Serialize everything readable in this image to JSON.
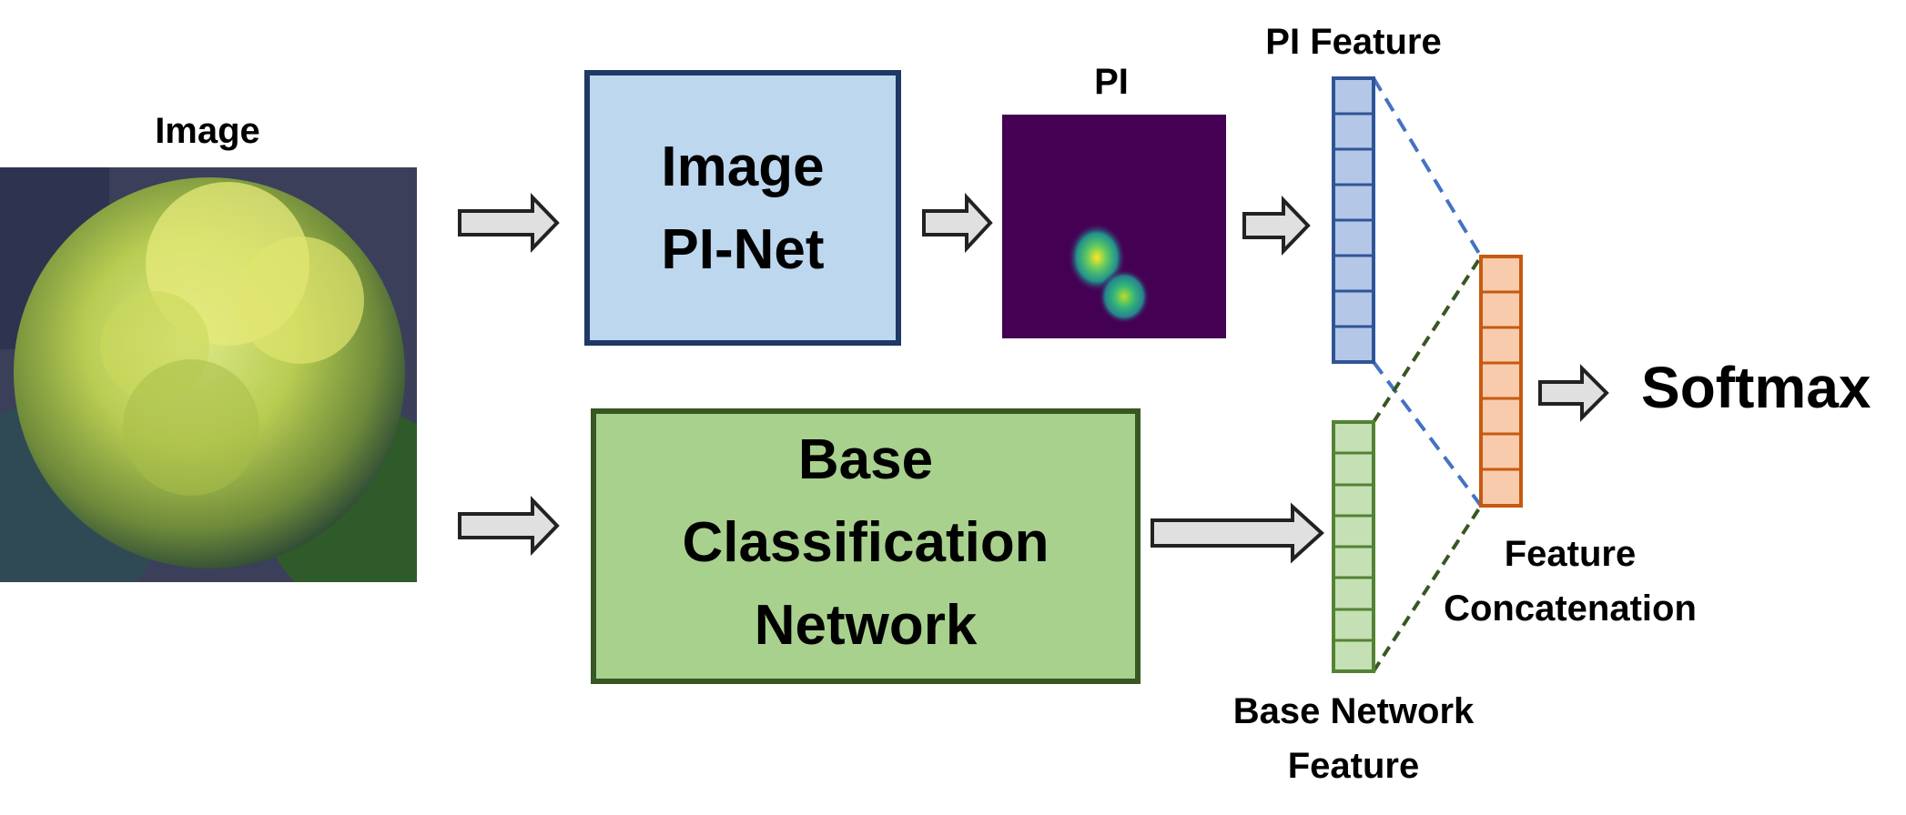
{
  "labels": {
    "image": "Image",
    "pi": "PI",
    "pi_feature": "PI Feature",
    "softmax": "Softmax",
    "feature_concat_line1": "Feature",
    "feature_concat_line2": "Concatenation",
    "base_feature_line1": "Base Network",
    "base_feature_line2": "Feature"
  },
  "boxes": {
    "pinet": {
      "line1": "Image",
      "line2": "PI-Net",
      "fill": "#bdd7ee",
      "stroke": "#1f3864"
    },
    "base": {
      "line1": "Base",
      "line2": "Classification",
      "line3": "Network",
      "fill": "#a9d18e",
      "stroke": "#385723"
    }
  },
  "feature_vectors": {
    "pi_feature": {
      "cells": 8,
      "fill": "#b4c7e7",
      "stroke": "#2f5597"
    },
    "base_feature": {
      "cells": 8,
      "fill": "#c5e0b4",
      "stroke": "#548235"
    },
    "concat": {
      "cells": 7,
      "fill": "#f8cbad",
      "stroke": "#c55a11"
    }
  },
  "colors": {
    "arrow_fill": "#e0e0e0",
    "arrow_stroke": "#222222",
    "dash_blue": "#4472c4",
    "dash_green": "#385723",
    "pi_background": "#440154"
  }
}
